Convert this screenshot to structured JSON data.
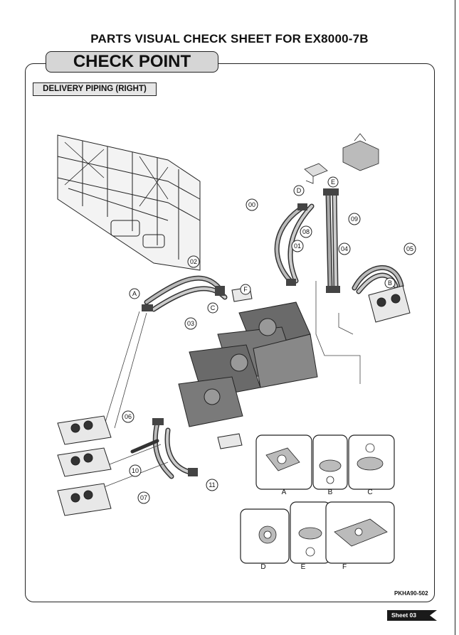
{
  "sheet_title": "PARTS VISUAL CHECK SHEET FOR EX8000-7B",
  "tab_label": "CHECK POINT",
  "section_label": "DELIVERY PIPING (RIGHT)",
  "part_callouts": [
    "00",
    "01",
    "02",
    "03",
    "04",
    "05",
    "06",
    "07",
    "08",
    "09",
    "10",
    "11"
  ],
  "letter_callouts": [
    "A",
    "B",
    "C",
    "D",
    "E",
    "F"
  ],
  "detail_captions": [
    "A",
    "B",
    "C",
    "D",
    "E",
    "F"
  ],
  "drawing_code": "PKHA90-502",
  "sheet_number": "Sheet 03"
}
